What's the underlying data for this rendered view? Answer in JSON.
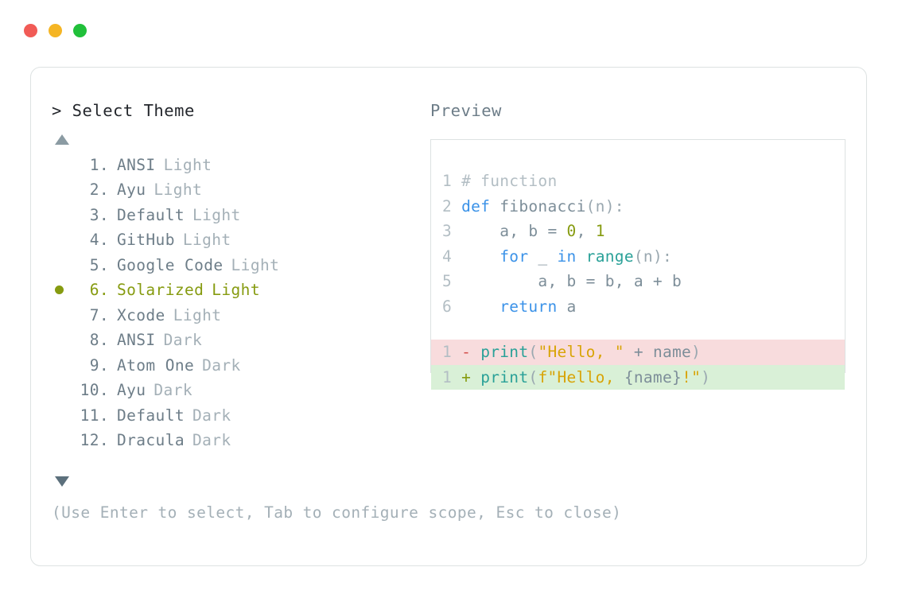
{
  "window": {
    "traffic_lights": [
      {
        "name": "close",
        "color": "#f15b56"
      },
      {
        "name": "minimize",
        "color": "#f5b524"
      },
      {
        "name": "maximize",
        "color": "#21c03a"
      }
    ]
  },
  "picker": {
    "prompt": "> Select Theme",
    "scroll_up_indicator": "▲",
    "scroll_down_indicator": "▼",
    "selected_index": 6,
    "items": [
      {
        "index": "1.",
        "name": "ANSI",
        "variant": "Light",
        "selected": false
      },
      {
        "index": "2.",
        "name": "Ayu",
        "variant": "Light",
        "selected": false
      },
      {
        "index": "3.",
        "name": "Default",
        "variant": "Light",
        "selected": false
      },
      {
        "index": "4.",
        "name": "GitHub",
        "variant": "Light",
        "selected": false
      },
      {
        "index": "5.",
        "name": "Google Code",
        "variant": "Light",
        "selected": false
      },
      {
        "index": "6.",
        "name": "Solarized",
        "variant": "Light",
        "selected": true
      },
      {
        "index": "7.",
        "name": "Xcode",
        "variant": "Light",
        "selected": false
      },
      {
        "index": "8.",
        "name": "ANSI",
        "variant": "Dark",
        "selected": false
      },
      {
        "index": "9.",
        "name": "Atom One",
        "variant": "Dark",
        "selected": false
      },
      {
        "index": "10.",
        "name": "Ayu",
        "variant": "Dark",
        "selected": false
      },
      {
        "index": "11.",
        "name": "Default",
        "variant": "Dark",
        "selected": false
      },
      {
        "index": "12.",
        "name": "Dracula",
        "variant": "Dark",
        "selected": false
      }
    ],
    "hint": "(Use Enter to select, Tab to configure scope, Esc to close)"
  },
  "preview": {
    "label": "Preview",
    "code_lines": [
      {
        "ln": "1",
        "tokens": [
          {
            "t": "# function",
            "c": "c-comment"
          }
        ]
      },
      {
        "ln": "2",
        "tokens": [
          {
            "t": "def ",
            "c": "c-kw"
          },
          {
            "t": "fibonacci",
            "c": "c-plain"
          },
          {
            "t": "(n):",
            "c": "c-punct"
          }
        ]
      },
      {
        "ln": "3",
        "tokens": [
          {
            "t": "    a, b = ",
            "c": "c-plain"
          },
          {
            "t": "0",
            "c": "c-num"
          },
          {
            "t": ", ",
            "c": "c-plain"
          },
          {
            "t": "1",
            "c": "c-num"
          }
        ]
      },
      {
        "ln": "4",
        "tokens": [
          {
            "t": "    ",
            "c": "c-plain"
          },
          {
            "t": "for",
            "c": "c-kw"
          },
          {
            "t": " _ ",
            "c": "c-plain"
          },
          {
            "t": "in",
            "c": "c-kw"
          },
          {
            "t": " ",
            "c": "c-plain"
          },
          {
            "t": "range",
            "c": "c-fn"
          },
          {
            "t": "(n):",
            "c": "c-punct"
          }
        ]
      },
      {
        "ln": "5",
        "tokens": [
          {
            "t": "        a, b = b, a + b",
            "c": "c-plain"
          }
        ]
      },
      {
        "ln": "6",
        "tokens": [
          {
            "t": "    ",
            "c": "c-plain"
          },
          {
            "t": "return",
            "c": "c-kw"
          },
          {
            "t": " a",
            "c": "c-plain"
          }
        ]
      }
    ],
    "diff_lines": [
      {
        "ln": "1",
        "kind": "del",
        "marker": "-",
        "tokens": [
          {
            "t": "print",
            "c": "c-fn"
          },
          {
            "t": "(",
            "c": "c-punct"
          },
          {
            "t": "\"Hello, \"",
            "c": "c-str"
          },
          {
            "t": " + ",
            "c": "c-plain"
          },
          {
            "t": "name",
            "c": "c-plain"
          },
          {
            "t": ")",
            "c": "c-punct"
          }
        ]
      },
      {
        "ln": "1",
        "kind": "add",
        "marker": "+",
        "tokens": [
          {
            "t": "print",
            "c": "c-fn"
          },
          {
            "t": "(",
            "c": "c-punct"
          },
          {
            "t": "f\"Hello, ",
            "c": "c-str"
          },
          {
            "t": "{name}",
            "c": "c-plain"
          },
          {
            "t": "!\"",
            "c": "c-str"
          },
          {
            "t": ")",
            "c": "c-punct"
          }
        ]
      }
    ]
  }
}
